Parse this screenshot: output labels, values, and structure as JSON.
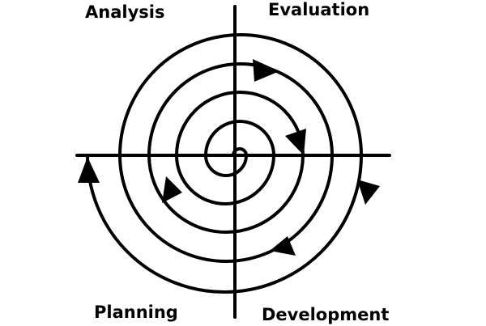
{
  "diagram": {
    "type": "spiral-model",
    "quadrants": {
      "top_left": "Analysis",
      "top_right": "Evaluation",
      "bottom_left": "Planning",
      "bottom_right": "Development"
    },
    "colors": {
      "stroke": "#000000",
      "background": "#ffffff"
    }
  }
}
